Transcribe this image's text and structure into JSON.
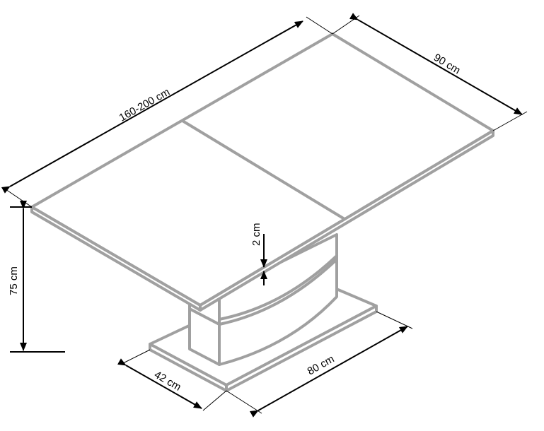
{
  "drawing": {
    "subject": "extendable dining table with pedestal base",
    "line_color": "#a0a0a0",
    "dimension_color": "#000000"
  },
  "dimensions": {
    "length": "160-200 cm",
    "width": "90 cm",
    "height": "75 cm",
    "top_thickness": "2 cm",
    "base_width": "42 cm",
    "base_length": "80 cm"
  }
}
